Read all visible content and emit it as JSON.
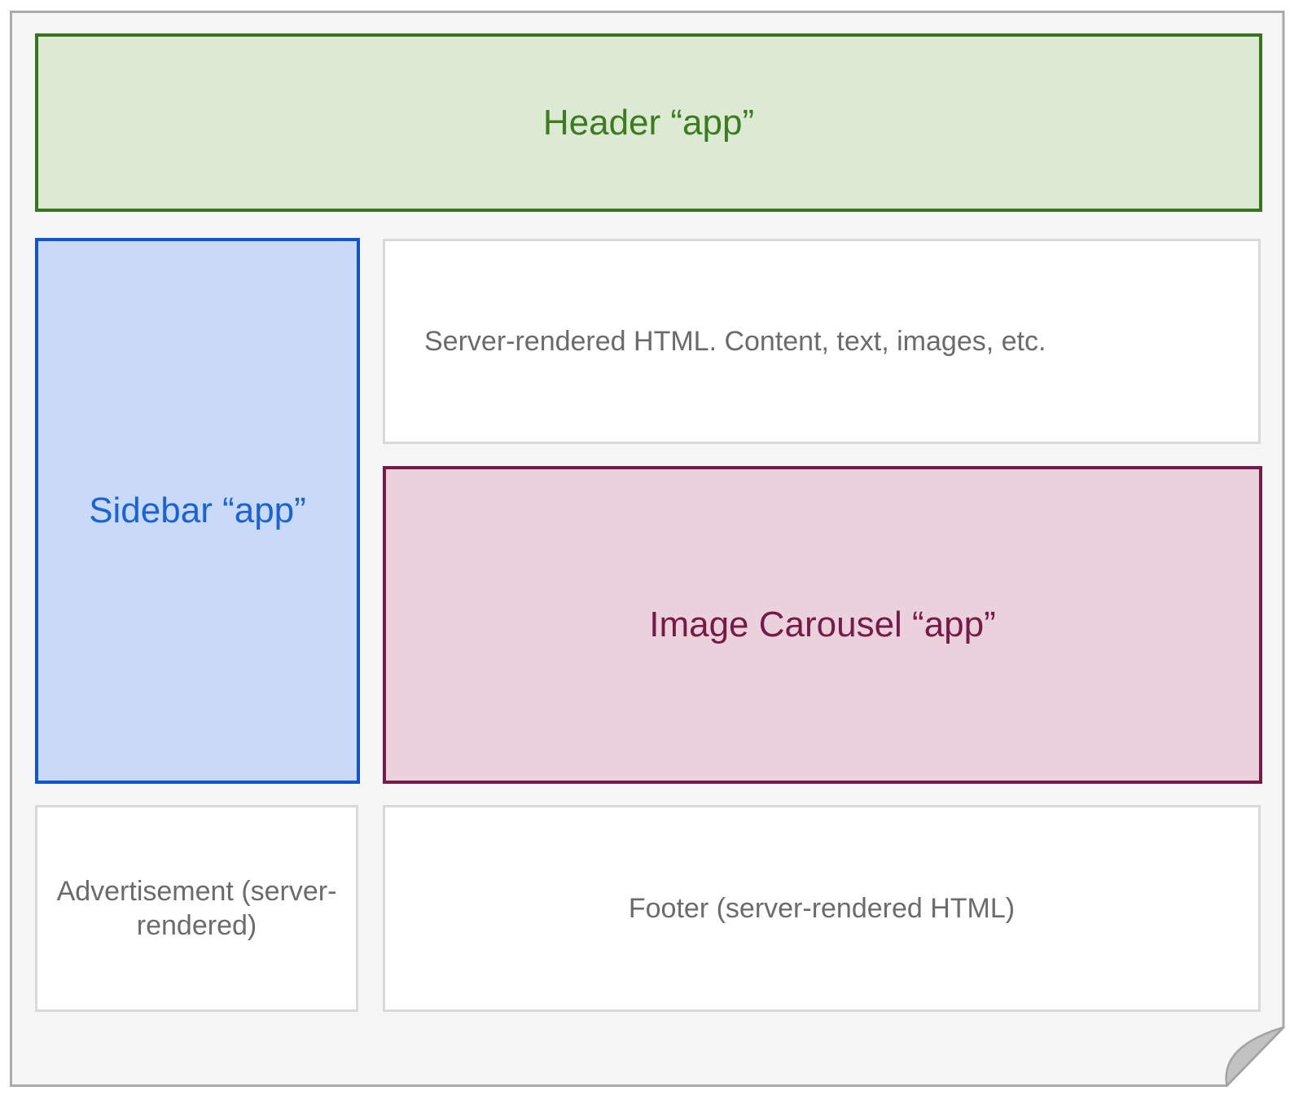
{
  "colors": {
    "sheet_fill": "#f5f6f5",
    "sheet_border": "#ababab",
    "fold_fill": "#c2c2c2",
    "fold_edge": "#a3a3a3",
    "green_fill": "#dcead3",
    "green_border": "#38761d",
    "green_text": "#3d7b21",
    "blue_fill": "#c9daf8",
    "blue_border": "#1155cc",
    "blue_text": "#1b63d4",
    "maroon_fill": "#ead1dc",
    "maroon_border": "#741b47",
    "maroon_text": "#741b47",
    "white_box_border": "#d9d9d9",
    "gray_text": "#6b6b6b"
  },
  "diagram": {
    "header": {
      "label": "Header “app”"
    },
    "sidebar": {
      "label": "Sidebar “app”"
    },
    "content": {
      "label": "Server-rendered HTML. Content, text, images, etc."
    },
    "carousel": {
      "label": "Image Carousel “app”"
    },
    "advertisement": {
      "label": "Advertisement (server-rendered)"
    },
    "footer": {
      "label": "Footer (server-rendered HTML)"
    }
  }
}
